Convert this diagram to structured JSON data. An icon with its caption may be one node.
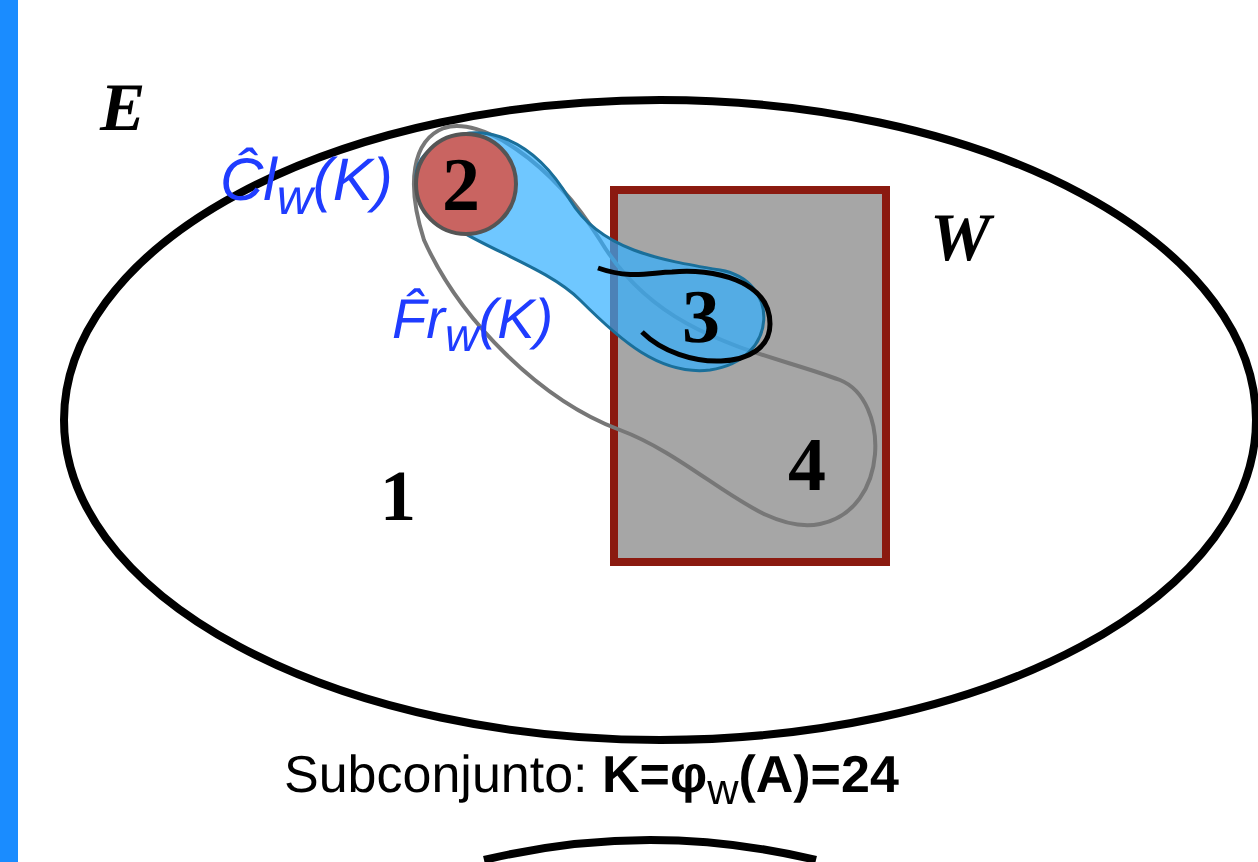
{
  "diagram": {
    "caption": "Subconjunto: **K=φ**$_{w}$**(A)=24**",
    "nodes": [
      {
        "text": [
          "E"
        ]
      },
      {
        "text": [
          "W"
        ],
        "in": 0
      },
      {
        "text": [
          "2"
        ],
        "in": 0
      },
      {
        "text": [
          "3"
        ],
        "in": 0
      },
      {
        "text": [
          "4"
        ],
        "in": 1
      }
    ],
    "labels": [
      "Ĉl$_{w}$(K)",
      "F̂r$_{w}$(K)",
      "1"
    ]
  }
}
